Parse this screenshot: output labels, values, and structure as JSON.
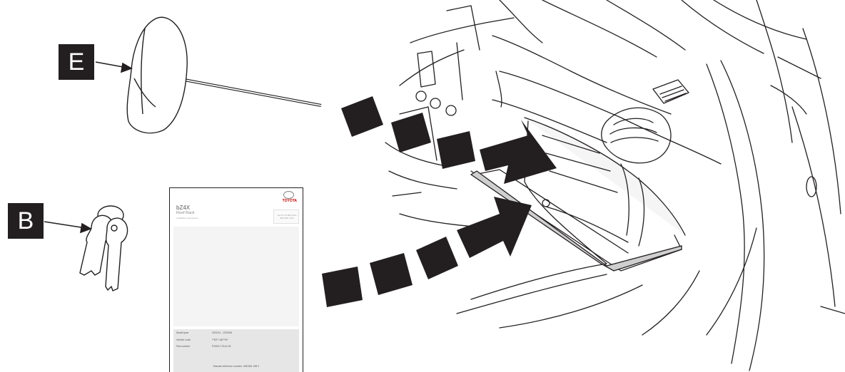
{
  "labels": {
    "tool": "E",
    "keys": "B"
  },
  "manual": {
    "model": "bZ4X",
    "product": "Roof Rack",
    "doc_type": "Installation Instructions",
    "brand": "TOYOTA",
    "slogan": "LET'S GO BEYOND",
    "slogan_extra": "BETTER LIFE",
    "rows": [
      {
        "label": "Model year",
        "value": "2022/11 - 2023/06"
      },
      {
        "label": "Vehicle code",
        "value": "**EZ**-AE**N*"
      },
      {
        "label": "Part number",
        "value": "PZ403-T7414-00"
      }
    ],
    "reference": "Manual reference number: 498 681 158 2"
  },
  "icons": {
    "tool": "t-handle-key-icon",
    "keys": "key-pair-icon",
    "arrows": "dashed-arrow-icon",
    "car": "glovebox-interior-illustration"
  },
  "colors": {
    "ink": "#231f20",
    "panel": "#f4f4f4",
    "foot": "#e6e6e6",
    "brand": "#c00000"
  }
}
